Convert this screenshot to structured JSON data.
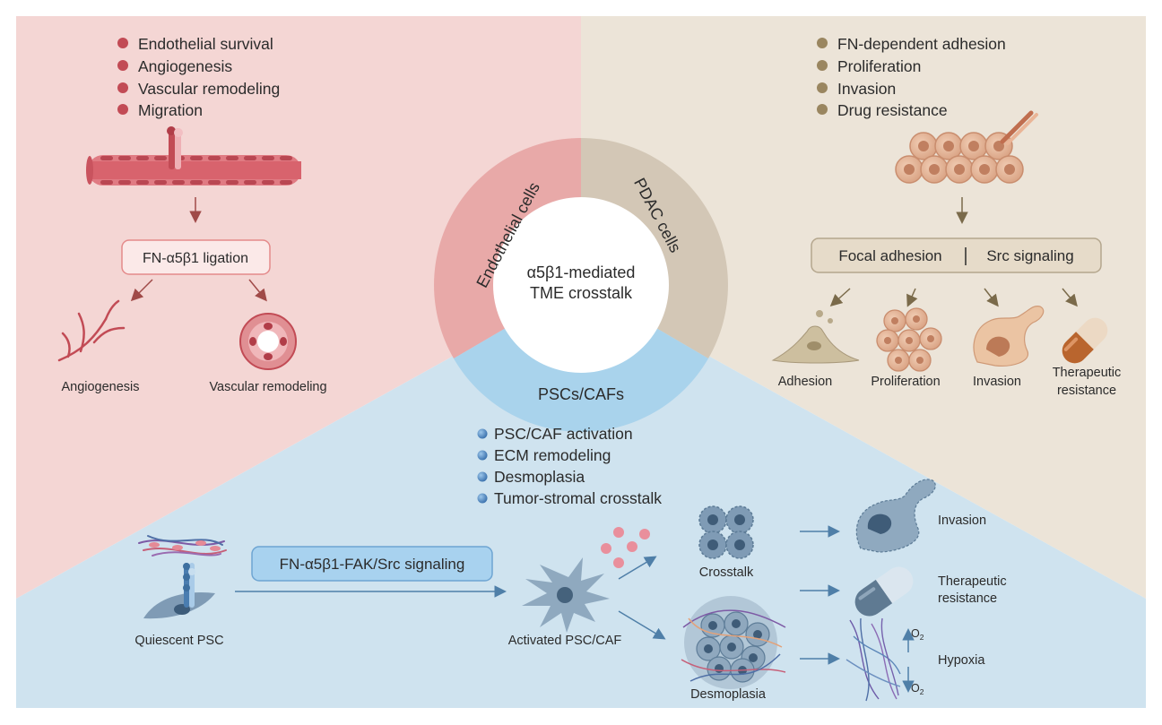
{
  "center": {
    "title_line1": "α5β1-mediated",
    "title_line2": "TME crosstalk",
    "ring_endothelial": "Endothelial cells",
    "ring_pdac": "PDAC cells",
    "ring_psc": "PSCs/CAFs"
  },
  "endothelial": {
    "bullets": [
      "Endothelial survival",
      "Angiogenesis",
      "Vascular remodeling",
      "Migration"
    ],
    "ligation_label": "FN-α5β1 ligation",
    "outcomes": [
      "Angiogenesis",
      "Vascular remodeling"
    ]
  },
  "pdac": {
    "bullets": [
      "FN-dependent adhesion",
      "Proliferation",
      "Invasion",
      "Drug resistance"
    ],
    "signal_left": "Focal adhesion",
    "signal_right": "Src signaling",
    "outcomes": [
      "Adhesion",
      "Proliferation",
      "Invasion"
    ],
    "outcome_resistance_line1": "Therapeutic",
    "outcome_resistance_line2": "resistance"
  },
  "psc": {
    "bullets": [
      "PSC/CAF activation",
      "ECM remodeling",
      "Desmoplasia",
      "Tumor-stromal crosstalk"
    ],
    "signal_label": "FN-α5β1-FAK/Src signaling",
    "quiescent": "Quiescent PSC",
    "activated": "Activated PSC/CAF",
    "crosstalk": "Crosstalk",
    "desmoplasia": "Desmoplasia",
    "invasion": "Invasion",
    "resistance_line1": "Therapeutic",
    "resistance_line2": "resistance",
    "hypoxia": "Hypoxia",
    "o2_up": "O",
    "o2_down": "O",
    "o2_sub": "2"
  },
  "colors": {
    "endothelial_bg": "#f4d6d4",
    "pdac_bg": "#ece4d8",
    "psc_bg": "#cfe3ef",
    "ring_endothelial": "#e8a9a8",
    "ring_pdac": "#d3c7b6",
    "ring_psc": "#a9d3ec",
    "accent_red": "#c24b55",
    "accent_tan": "#9a8660",
    "accent_blue": "#4d82b7"
  }
}
